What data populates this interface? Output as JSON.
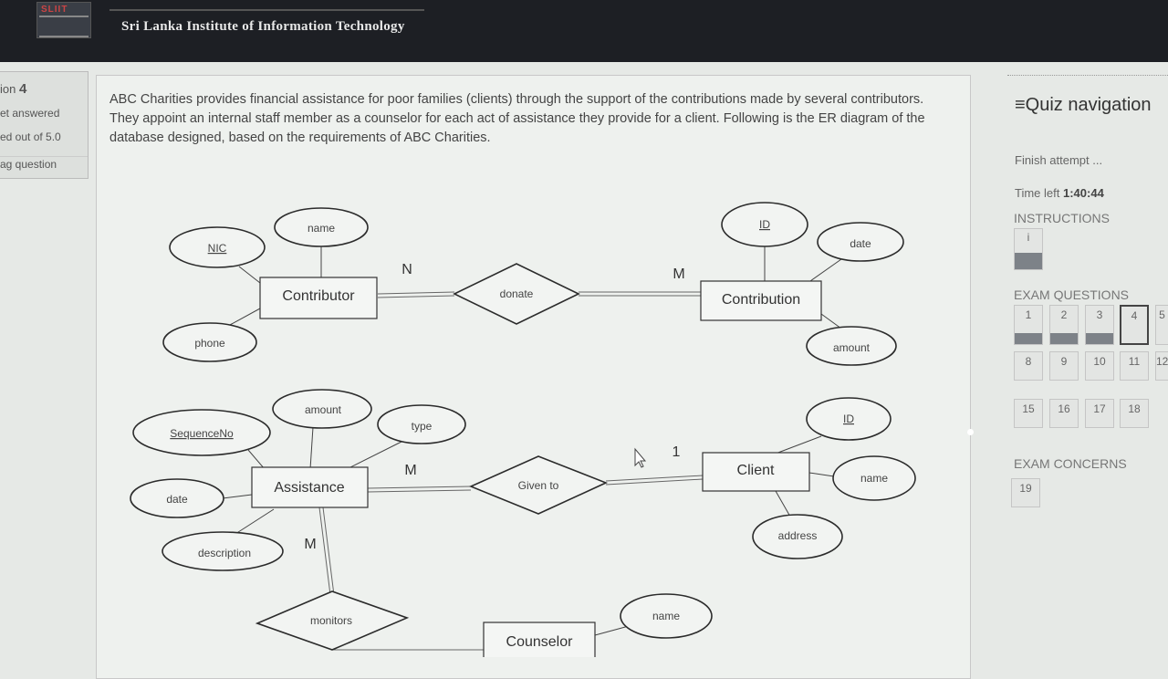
{
  "header": {
    "logo_text": "SLIIT",
    "site_name": "Sri Lanka Institute of Information Technology"
  },
  "question_info": {
    "label": "ion",
    "number": "4",
    "status": "et answered",
    "marks": "ed out of 5.0",
    "flag": "ag question"
  },
  "question": {
    "text": "ABC Charities provides financial assistance for poor families (clients) through the support of the contributions made by several contributors. They appoint an internal staff member as a counselor for each act of assistance they provide for a client. Following is the ER diagram of the database designed, based on the requirements of ABC Charities."
  },
  "diagram": {
    "entities": {
      "contributor": "Contributor",
      "contribution": "Contribution",
      "assistance": "Assistance",
      "client": "Client",
      "counselor": "Counselor"
    },
    "relationships": {
      "donate": "donate",
      "given_to": "Given to",
      "monitors": "monitors"
    },
    "attributes": {
      "contributor_nic": "NIC",
      "contributor_name": "name",
      "contributor_phone": "phone",
      "contribution_id": "ID",
      "contribution_date": "date",
      "contribution_amount": "amount",
      "assistance_sequence": "SequenceNo",
      "assistance_amount": "amount",
      "assistance_type": "type",
      "assistance_date": "date",
      "assistance_description": "description",
      "client_id": "ID",
      "client_name": "name",
      "client_address": "address",
      "counselor_name": "name"
    },
    "cardinalities": {
      "donate_contributor": "N",
      "donate_contribution": "M",
      "given_assistance": "M",
      "given_client": "1",
      "monitors_assistance": "M"
    }
  },
  "quiz_nav": {
    "title": "Quiz navigation",
    "finish": "Finish attempt ...",
    "time_label": "Time left",
    "time_value": "1:40:44",
    "instructions_label": "INSTRUCTIONS",
    "instructions_items": [
      "i"
    ],
    "exam_questions_label": "EXAM QUESTIONS",
    "question_buttons": [
      "1",
      "2",
      "3",
      "4",
      "5",
      "8",
      "9",
      "10",
      "11",
      "12",
      "15",
      "16",
      "17",
      "18"
    ],
    "current_question": "4",
    "exam_concerns_label": "EXAM CONCERNS",
    "concern_buttons": [
      "19"
    ]
  }
}
